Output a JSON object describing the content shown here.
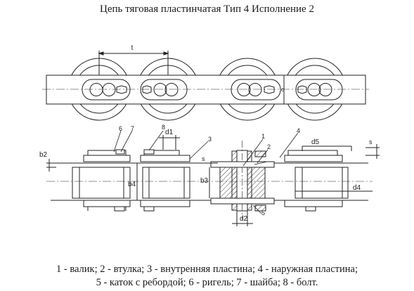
{
  "title": "Цепь тяговая пластинчатая Тип 4 Исполнение 2",
  "top_view": {
    "dim_t": "t",
    "dim_c": "c"
  },
  "side_view": {
    "dims": {
      "b2": "b2",
      "b4": "b4",
      "b3": "b3",
      "d1": "d1",
      "d2": "d2",
      "d4": "d4",
      "d5": "d5",
      "s_left": "s",
      "s_right": "s"
    },
    "callouts": {
      "c1": "1",
      "c2": "2",
      "c3": "3",
      "c4": "4",
      "c5": "5",
      "c6": "6",
      "c7": "7",
      "c8": "8"
    }
  },
  "legend": {
    "line1": "1 - валик; 2 - втулка; 3 - внутренняя пластина; 4 - наружная пластина;",
    "line2": "5 - каток с ребордой; 6 - ригель; 7 - шайба; 8 - болт."
  },
  "colors": {
    "line": "#222222",
    "hatch": "#444444"
  }
}
